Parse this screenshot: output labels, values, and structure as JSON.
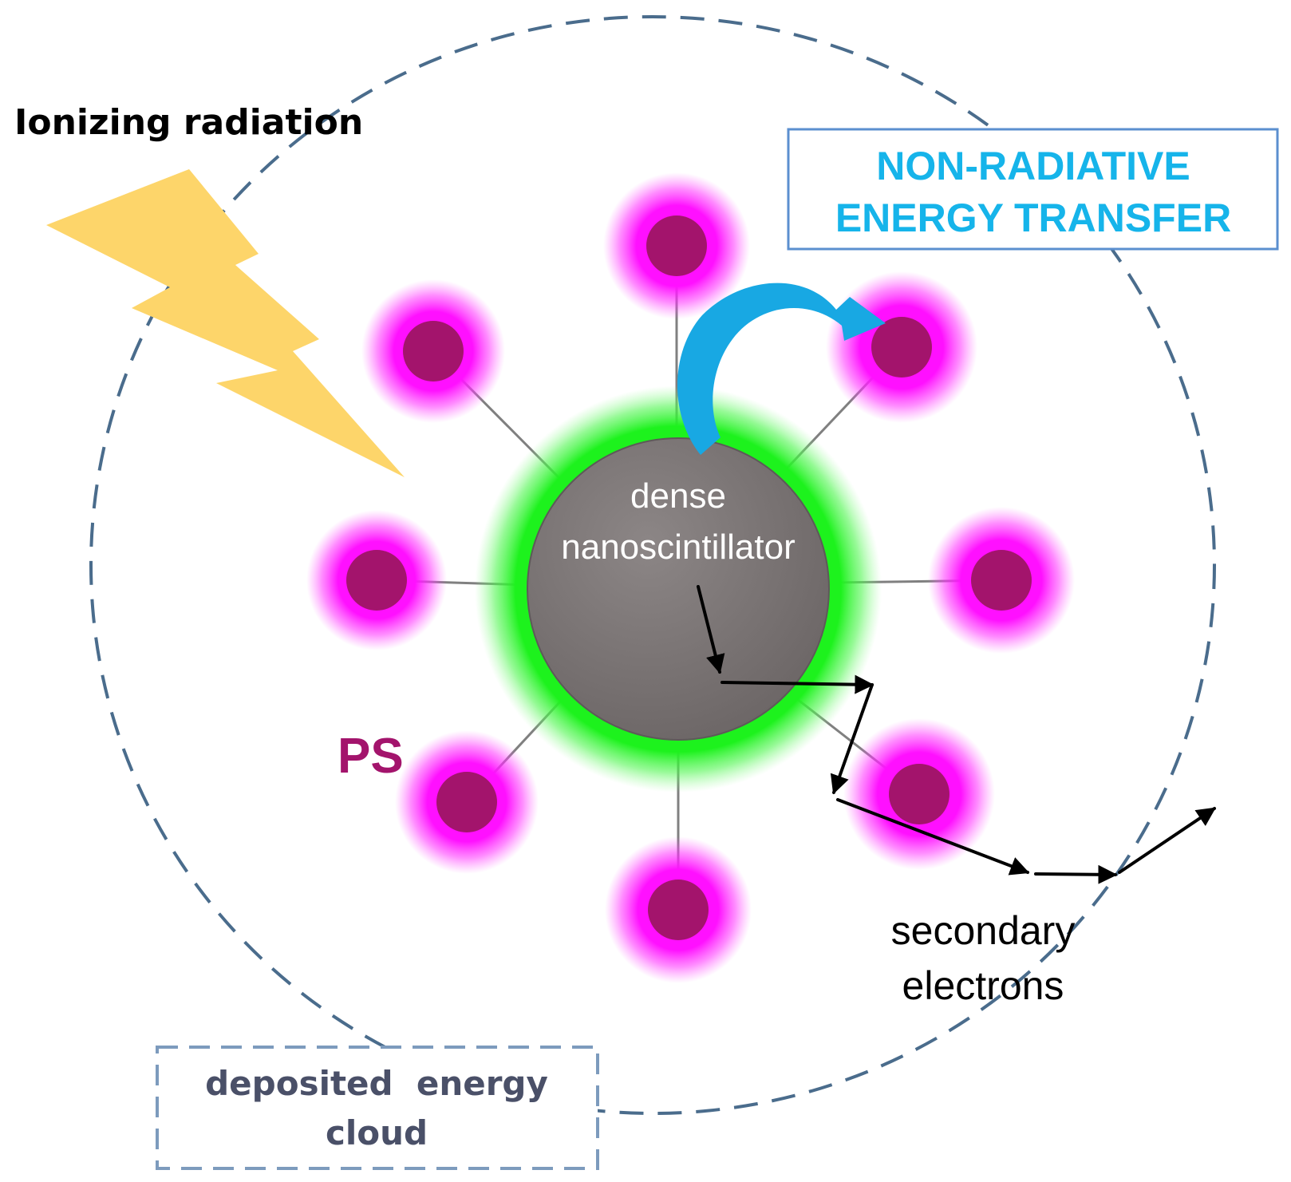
{
  "labels": {
    "ionizing_radiation": "Ionizing radiation",
    "transfer_line1": "NON-RADIATIVE",
    "transfer_line2": "ENERGY TRANSFER",
    "core_line1": "dense",
    "core_line2": "nanoscintillator",
    "ps": "PS",
    "secondary_line1": "secondary",
    "secondary_line2": "electrons",
    "cloud_line1": "deposited  energy",
    "cloud_line2": "cloud"
  },
  "colors": {
    "cloud_outline": "#4a6c8c",
    "cloud_box_outline": "#7d9bbd",
    "transfer_box_outline": "#5b8fcf",
    "transfer_text": "#16b4ea",
    "transfer_arrow": "#18a8e3",
    "lightning": "#fdd56a",
    "core_fill": "#7d7777",
    "core_glow": "#1df21d",
    "ps_glow": "#ff10ff",
    "ps_dot": "#a3146c",
    "linker": "#808080",
    "electron_track": "#000000"
  },
  "icons": {
    "radiation": "lightning-bolt-icon",
    "transfer": "curved-arrow-icon"
  }
}
